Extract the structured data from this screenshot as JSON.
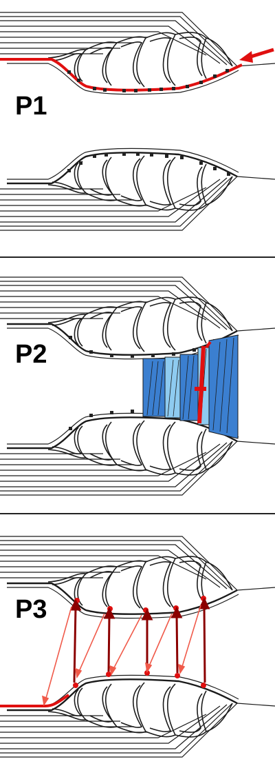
{
  "panels": [
    {
      "label": "P1"
    },
    {
      "label": "P2"
    },
    {
      "label": "P3"
    }
  ],
  "colors": {
    "stroke": "#1a1a1a",
    "node": "#222222",
    "signal_red": "#e01010",
    "dark_red": "#8b0000",
    "light_red": "#f05a4a",
    "muscle_dark_blue": "#3b7fd0",
    "muscle_light_blue": "#8ecbf0"
  }
}
